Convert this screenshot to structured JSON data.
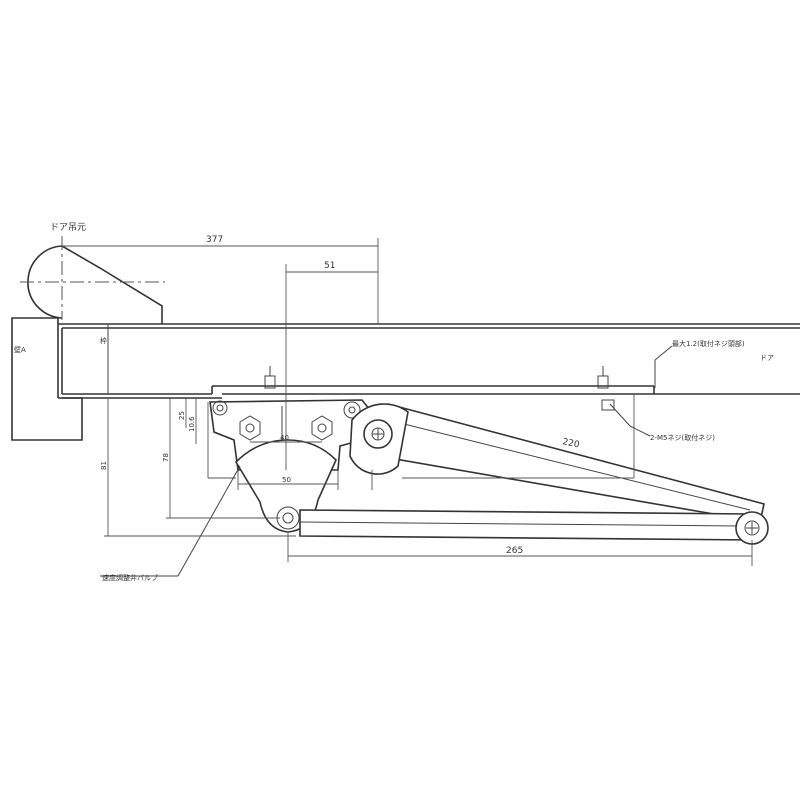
{
  "labels": {
    "top_left_callout": "ドア吊元",
    "wall_label": "壁A",
    "frame_label": "枠",
    "upper_right_note": "最大1.2(取付ネジ頭部)",
    "far_right_label": "ドア",
    "bracket_screw_note": "2-M5ネジ(取付ネジ)",
    "adjust_valve_note": "速度調整弁バルブ"
  },
  "dimensions": {
    "d_overall_top": "377",
    "d_upper": "51",
    "d_arm1": "220",
    "d_arm2": "265",
    "d_plate_width": "40",
    "d_plate_lower": "50",
    "d_v1": "25",
    "d_v2": "10.6",
    "d_v3": "78",
    "d_v4": "81"
  },
  "colors": {
    "line": "#333333",
    "background": "#ffffff"
  }
}
